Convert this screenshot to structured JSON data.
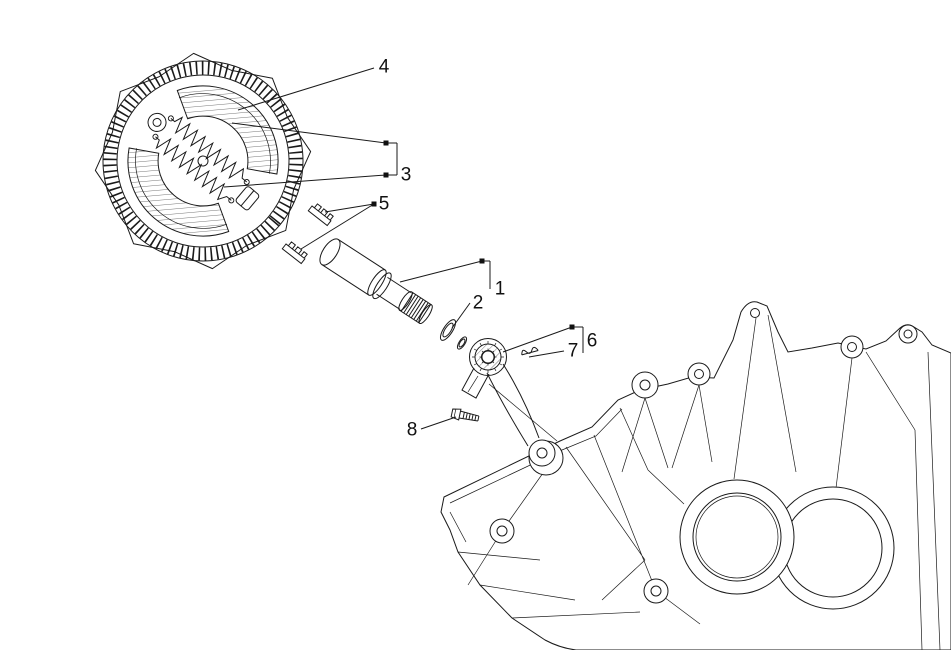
{
  "page": {
    "background": "#ffffff"
  },
  "diagram": {
    "type": "exploded-parts-diagram",
    "subject": "rear-brake-assembly-on-crankcase",
    "colors": {
      "line": "#1a1a1a",
      "text": "#111111",
      "background": "#ffffff"
    },
    "callouts": {
      "c1": {
        "label": "1"
      },
      "c2": {
        "label": "2"
      },
      "c3": {
        "label": "3"
      },
      "c4": {
        "label": "4"
      },
      "c5": {
        "label": "5"
      },
      "c6": {
        "label": "6"
      },
      "c7": {
        "label": "7"
      },
      "c8": {
        "label": "8"
      }
    }
  }
}
